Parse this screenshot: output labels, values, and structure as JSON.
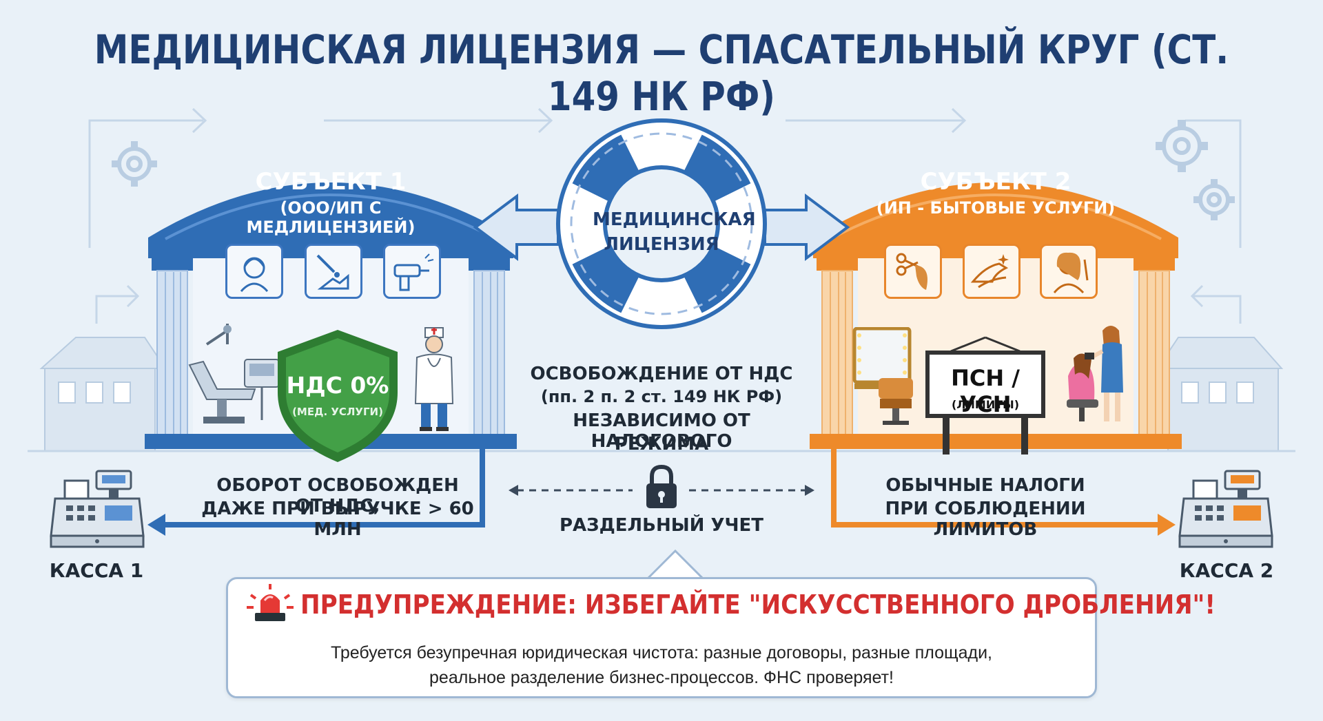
{
  "title": "МЕДИЦИНСКАЯ ЛИЦЕНЗИЯ — СПАСАТЕЛЬНЫЙ КРУГ (СТ. 149 НК РФ)",
  "center": {
    "lifebuoy_label_line1": "МЕДИЦИНСКАЯ",
    "lifebuoy_label_line2": "ЛИЦЕНЗИЯ",
    "exemption_line1": "ОСВОБОЖДЕНИЕ ОТ НДС",
    "exemption_line2": "(пп. 2 п. 2 ст. 149 НК РФ)",
    "exemption_line3": "НЕЗАВИСИМО ОТ НАЛОГОВОГО",
    "exemption_line4": "РЕЖИМА",
    "separate_accounting": "РАЗДЕЛЬНЫЙ УЧЕТ"
  },
  "subject1": {
    "title": "СУБЪЕКТ 1",
    "subtitle": "(ООО/ИП С МЕДЛИЦЕНЗИЕЙ)",
    "shield_main": "НДС 0%",
    "shield_sub": "(МЕД. УСЛУГИ)",
    "caption_line1": "ОБОРОТ ОСВОБОЖДЕН ОТ НДС,",
    "caption_line2": "ДАЖЕ ПРИ ВЫРУЧКЕ > 60 МЛН",
    "register": "КАССА 1",
    "icons": [
      "face-icon",
      "dental-laser-icon",
      "dental-drill-icon"
    ]
  },
  "subject2": {
    "title": "СУБЪЕКТ 2",
    "subtitle": "(ИП - БЫТОВЫЕ УСЛУГИ)",
    "sign_main": "ПСН / УСН",
    "sign_sub": "(ЛИМИТЫ)",
    "caption_line1": "ОБЫЧНЫЕ НАЛОГИ",
    "caption_line2": "ПРИ СОБЛЮДЕНИИ ЛИМИТОВ",
    "register": "КАССА 2",
    "icons": [
      "haircut-icon",
      "manicure-icon",
      "hairdresser-icon"
    ]
  },
  "warning": {
    "title": "ПРЕДУПРЕЖДЕНИЕ: ИЗБЕГАЙТЕ \"ИСКУССТВЕННОГО ДРОБЛЕНИЯ\"!",
    "text_line1": "Требуется безупречная юридическая чистота: разные договоры, разные площади,",
    "text_line2": "реальное разделение бизнес-процессов. ФНС проверяет!"
  },
  "colors": {
    "blue": "#2f6db5",
    "orange": "#ee8a2a",
    "green": "#3e9a45",
    "red": "#d32f2f",
    "navy": "#1f3f72"
  }
}
